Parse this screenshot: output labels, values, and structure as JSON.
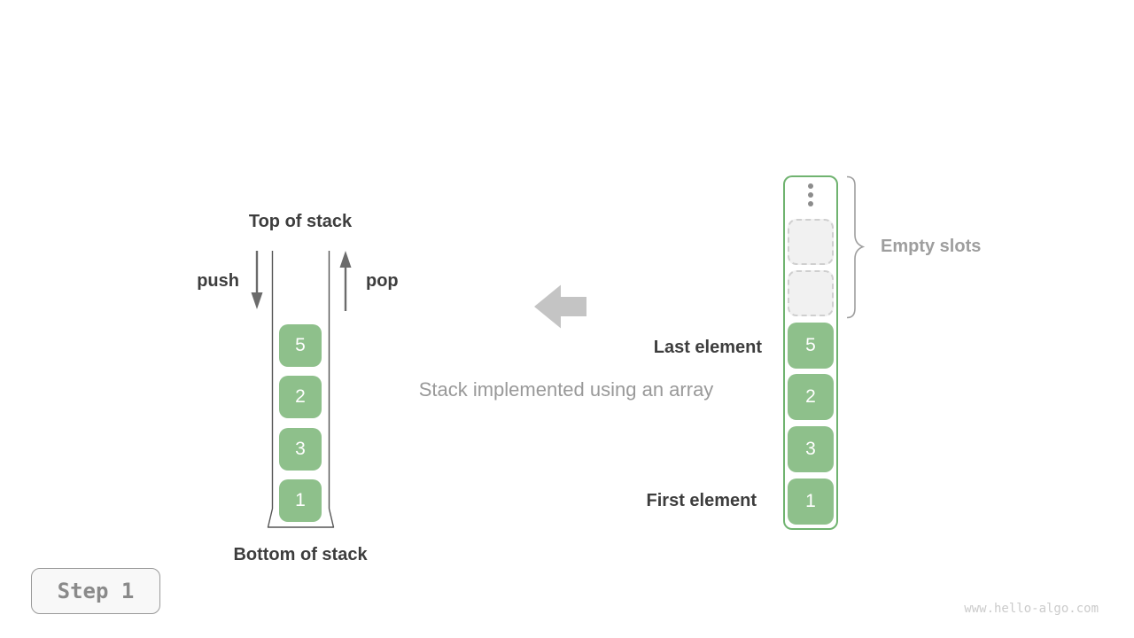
{
  "stack_view": {
    "top_label": "Top of stack",
    "bottom_label": "Bottom of stack",
    "push_label": "push",
    "pop_label": "pop",
    "cells": [
      "5",
      "2",
      "3",
      "1"
    ]
  },
  "array_view": {
    "cells": [
      "5",
      "2",
      "3",
      "1"
    ],
    "empty_slot_count": 2,
    "empty_slots_label": "Empty slots",
    "last_element_label": "Last element",
    "first_element_label": "First element"
  },
  "caption": "Stack implemented using an array",
  "step_badge": "Step 1",
  "watermark": "www.hello-algo.com",
  "colors": {
    "cell_green": "#8ec08b",
    "container_border_green": "#70b370",
    "dark_text": "#3d3d3d",
    "gray_text": "#9e9e9e",
    "big_arrow_gray": "#c4c4c4",
    "empty_slot_fill": "#f1f1f1",
    "empty_slot_border": "#cfcfcf"
  }
}
